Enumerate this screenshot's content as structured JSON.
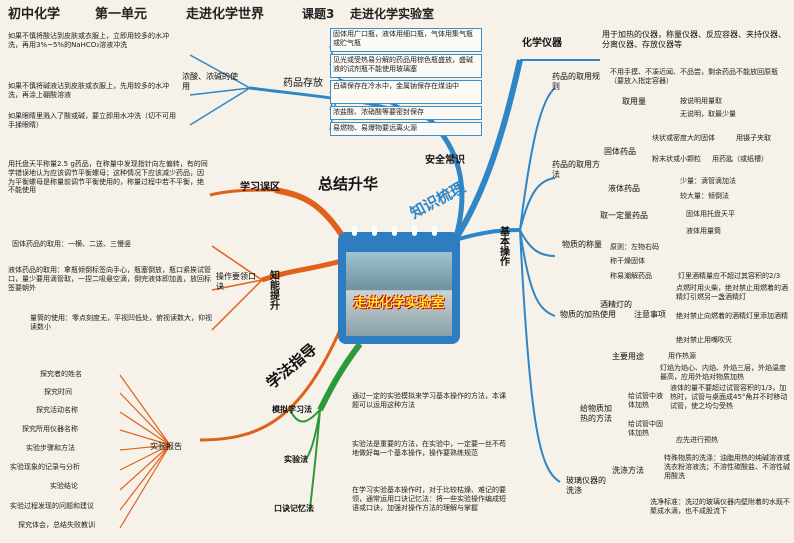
{
  "header": {
    "t1": "初中化学",
    "t2": "第一单元",
    "t3": "走进化学世界",
    "t4": "课题3",
    "t5": "走进化学实验室"
  },
  "center": {
    "title": "走进化学实验室"
  },
  "branches": {
    "summary": "总结升华",
    "knowledge": "知识梳理",
    "method": "学法指导",
    "safety": "安全常识",
    "basic": "基本操作",
    "skill": "知能提升",
    "error": "学习误区"
  },
  "safety": {
    "acid_base": "浓酸、浓碱的使用",
    "acid_notes": [
      "如果不慎将酸沾到皮肤或衣服上，立即用较多的水冲洗，再用3%~5%的NaHCO₃溶液冲洗",
      "如果不慎将碱液沾到皮肤或衣服上，先用较多的水冲洗，再涂上硼酸溶液",
      "如果眼睛里溅入了酸或碱，要立即用水冲洗（切不可用手揉眼睛）"
    ],
    "storage": "药品存放",
    "storage_items": [
      "固体用广口瓶，液体用细口瓶，气体用集气瓶或贮气瓶",
      "见光或受热易分解的药品用棕色瓶盛放，盛碱液的试剂瓶不能使用玻璃塞",
      "白磷保存在冷水中，金属钠保存在煤油中",
      "浓盐酸、浓硝酸等要密封保存",
      "易燃物、易爆物要远离火源"
    ]
  },
  "chem_instruments": {
    "label": "化学仪器",
    "desc": "用于加热的仪器，称量仪器、反应容器、夹持仪器、分离仪器、存放仪器等"
  },
  "take_rules": {
    "label": "药品的取用规则",
    "rule1": "不用手摸、不凑近闻、不品尝，剩余药品不能放回原瓶（要放入指定容器）",
    "amount": "取用量",
    "amt1": "按说明用量取",
    "amt2": "无说明，取最少量"
  },
  "take_method": {
    "label": "药品的取用方法",
    "solid": "固体药品",
    "s1": "块状或密度大的固体",
    "s1b": "用镊子夹取",
    "s2": "粉末状或小颗粒",
    "s2b": "用药匙（或纸槽）",
    "liquid": "液体药品",
    "l1": "少量：滴管滴加法",
    "l2": "较大量：倾倒法",
    "measure": "取一定量药品",
    "m1": "固体用托盘天平",
    "m2": "液体用量筒"
  },
  "weigh": {
    "label": "物质的称量",
    "w1": "原则：左物右码",
    "w2": "称干燥固体",
    "w3": "称易潮解药品"
  },
  "heating": {
    "label": "物质的加热",
    "lamp": "酒精灯的使用",
    "notes": "注意事项",
    "n0": "灯里酒精量应不超过其容积的2/3",
    "n1": "点燃时用火柴，绝对禁止用燃着的酒精灯引燃另一盏酒精灯",
    "n2": "绝对禁止向燃着的酒精灯里添加酒精",
    "n3": "绝对禁止用嘴吹灭",
    "main": "主要用途",
    "main1": "用作热源",
    "flame": "灯焰为焰心、内焰、外焰三层，外焰温度最高，应用外焰对物质加热",
    "heat_label": "给物质加热的方法",
    "liq": "给试管中液体加热",
    "liq1": "液体的量不要超过试管容积的1/3，加热时，试管与桌面成45°角并不时移动试管，使之均匀受热",
    "sol": "给试管中固体加热",
    "sol1": "应先进行预热"
  },
  "wash": {
    "label": "玻璃仪器的洗涤",
    "method": "洗涤方法",
    "m1": "特殊物质的洗涤：油脂用热的纯碱溶液或洗衣粉溶液洗；不溶性碳酸盐、不溶性碱用酸洗",
    "std": "洗净标准：洗过的玻璃仪器内壁附着的水既不聚成水滴，也不成股流下"
  },
  "errors": {
    "text": "用托盘天平称量2.5 g药品，在称量中发现指针向左偏转，有的同学错误地认为应该调节平衡螺母；这种情况下应该减少药品，因为平衡螺母是称量前调节平衡使用的，称量过程中若不平衡，绝不能使用"
  },
  "skill": {
    "op": "操作要领口诀",
    "solid": "固体药品的取用：一横、二送、三慢竖",
    "liquid": "液体药品的取用：拿瓶倾倒标签向手心，瓶塞倒放，瓶口紧挨试管口，量少要用滴管取，一捏二吸悬空滴，倒完液体即加盖，放回标签要朝外",
    "measure": "量筒的使用：零点刻度无，平视凹低处，俯视读数大，仰视读数小"
  },
  "report": {
    "label": "实验报告",
    "items": [
      "探究者的姓名",
      "探究时间",
      "探究活动名称",
      "探究所用仪器名称",
      "实验步骤和方法",
      "实验现象的记录与分析",
      "实验结论",
      "实验过程发现的问题和建议",
      "探究体会，总结失败教训"
    ]
  },
  "methods": {
    "m1": "模拟学习法",
    "m1d": "通过一定的实验模拟来学习基本操作的方法，本课题可以运用这种方法",
    "m2": "实验法",
    "m2d": "实验法是重要的方法，在实验中，一定要一丝不苟地做好每一个基本操作，操作要熟练规范",
    "m3": "口诀记忆法",
    "m3d": "在学习实验基本操作时，对于比较枯燥、难记的要领，通常运用口诀记忆法：将一些实验操作编成短语或口诀，加强对操作方法的理解与掌握"
  }
}
